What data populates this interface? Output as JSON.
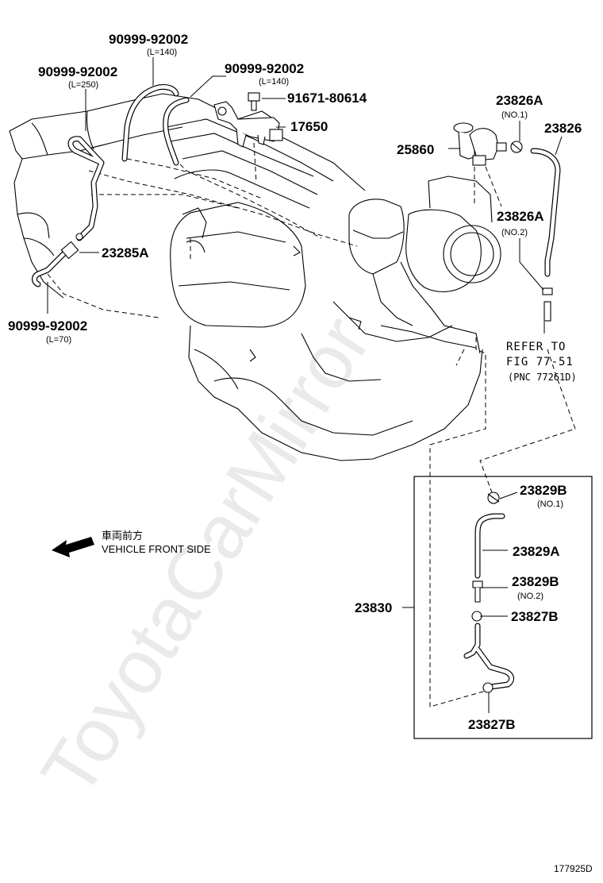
{
  "labels": {
    "hose_140_top": {
      "part": "90999-92002",
      "note": "(L=140)"
    },
    "hose_250": {
      "part": "90999-92002",
      "note": "(L=250)"
    },
    "hose_140_right": {
      "part": "90999-92002",
      "note": "(L=140)"
    },
    "bolt": {
      "part": "91671-80614"
    },
    "bracket": {
      "part": "17650"
    },
    "clamp_23826A_no1": {
      "part": "23826A",
      "note": "(NO.1)"
    },
    "hose_23826": {
      "part": "23826"
    },
    "valve_25860": {
      "part": "25860"
    },
    "clamp_23826A_no2": {
      "part": "23826A",
      "note": "(NO.2)"
    },
    "clamp_23285A": {
      "part": "23285A"
    },
    "hose_70": {
      "part": "90999-92002",
      "note": "(L=70)"
    },
    "refer": {
      "line1": "REFER TO",
      "line2": "FIG 77-51",
      "line3": "(PNC 77261D)"
    },
    "clamp_23829B_no1": {
      "part": "23829B",
      "note": "(NO.1)"
    },
    "hose_23829A": {
      "part": "23829A"
    },
    "clamp_23829B_no2": {
      "part": "23829B",
      "note": "(NO.2)"
    },
    "clamp_23827B_upper": {
      "part": "23827B"
    },
    "assembly_23830": {
      "part": "23830"
    },
    "clamp_23827B_lower": {
      "part": "23827B"
    }
  },
  "vehicle_front": {
    "jp": "車両前方",
    "en": "VEHICLE FRONT SIDE"
  },
  "figure_id": "177925D",
  "watermark": "ToyotaCarMirror",
  "icons": {
    "front_arrow": "arrow-left-icon"
  }
}
